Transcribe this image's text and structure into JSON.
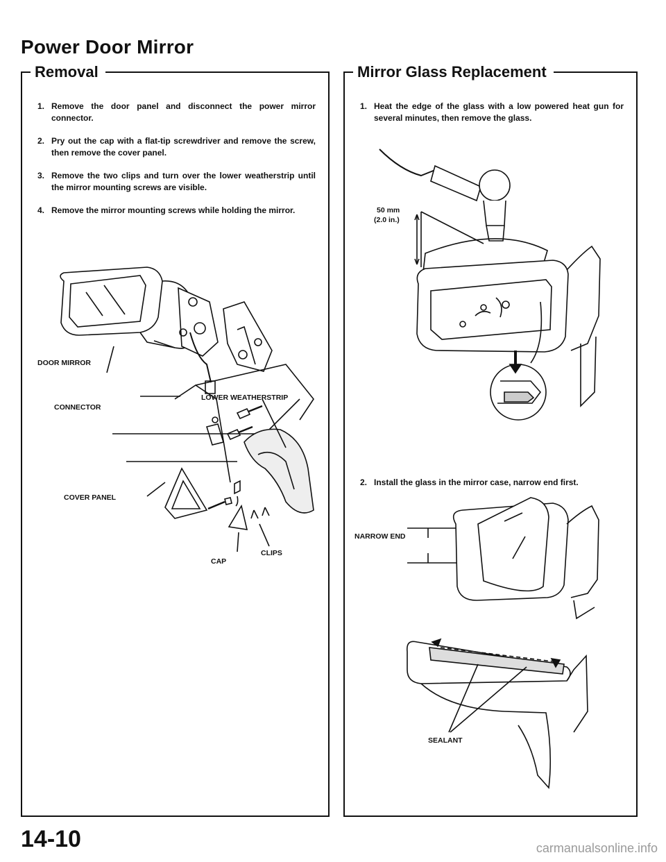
{
  "page": {
    "title": "Power Door Mirror",
    "page_number": "14-10",
    "watermark": "carmanualsonline.info"
  },
  "removal": {
    "heading": "Removal",
    "steps": [
      {
        "num": "1.",
        "text": "Remove the door panel and disconnect the power mirror connector."
      },
      {
        "num": "2.",
        "text": "Pry out the cap with a flat-tip screwdriver and remove the screw, then remove the cover panel."
      },
      {
        "num": "3.",
        "text": "Remove the two clips and turn over the lower weatherstrip until the mirror mounting screws are visible."
      },
      {
        "num": "4.",
        "text": "Remove the mirror mounting screws while holding the mirror."
      }
    ],
    "labels": {
      "door_mirror": "DOOR MIRROR",
      "connector": "CONNECTOR",
      "lower_weatherstrip": "LOWER WEATHERSTRIP",
      "cover_panel": "COVER PANEL",
      "clips": "CLIPS",
      "cap": "CAP"
    }
  },
  "glass": {
    "heading": "Mirror Glass Replacement",
    "steps": [
      {
        "num": "1.",
        "text": "Heat the edge of the glass with a low powered heat gun for several minutes, then remove the glass."
      },
      {
        "num": "2.",
        "text": "Install the glass in the mirror case, narrow end first."
      }
    ],
    "labels": {
      "distance_mm": "50 mm",
      "distance_in": "(2.0 in.)",
      "narrow_end": "NARROW END",
      "sealant": "SEALANT"
    }
  }
}
